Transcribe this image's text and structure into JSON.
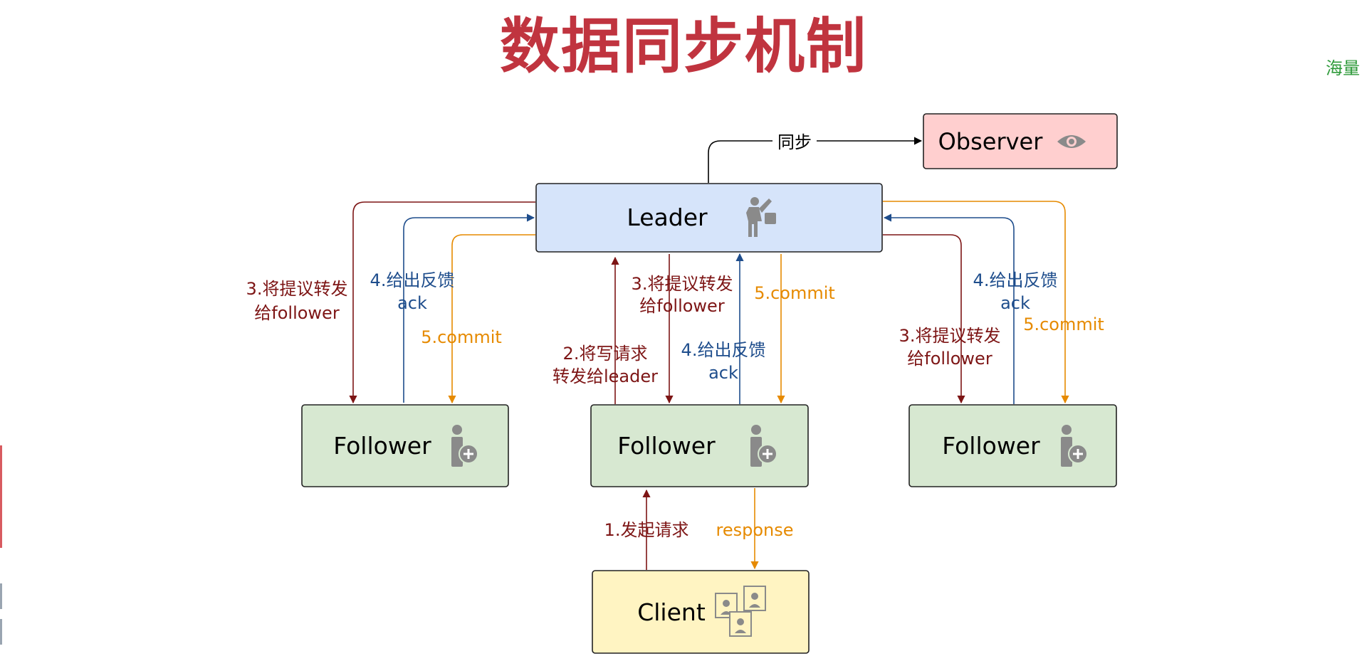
{
  "title": "数据同步机制",
  "corner_text": "海量",
  "colors": {
    "title": "#c0343f",
    "dark_red": "#7d1515",
    "blue": "#1e4d8c",
    "orange": "#e68a00",
    "leader_fill": "#d6e4fa",
    "follower_fill": "#d7e8d1",
    "observer_fill": "#ffcfcf",
    "client_fill": "#fff4c2"
  },
  "nodes": {
    "observer": {
      "label": "Observer",
      "icon": "eye-icon"
    },
    "leader": {
      "label": "Leader",
      "icon": "leader-figure-icon"
    },
    "follower_left": {
      "label": "Follower",
      "icon": "user-add-icon"
    },
    "follower_center": {
      "label": "Follower",
      "icon": "user-add-icon"
    },
    "follower_right": {
      "label": "Follower",
      "icon": "user-add-icon"
    },
    "client": {
      "label": "Client",
      "icon": "user-pictures-icon"
    }
  },
  "edges": {
    "sync": "同步",
    "propose_left": [
      "3.将提议转发",
      "给follower"
    ],
    "ack_left": [
      "4.给出反馈",
      "ack"
    ],
    "commit_left": "5.commit",
    "forward_write": [
      "2.将写请求",
      "转发给leader"
    ],
    "propose_center": [
      "3.将提议转发",
      "给follower"
    ],
    "ack_center": [
      "4.给出反馈",
      "ack"
    ],
    "commit_center": "5.commit",
    "propose_right": [
      "3.将提议转发",
      "给follower"
    ],
    "ack_right": [
      "4.给出反馈",
      "ack"
    ],
    "commit_right": "5.commit",
    "request": "1.发起请求",
    "response": "response"
  }
}
